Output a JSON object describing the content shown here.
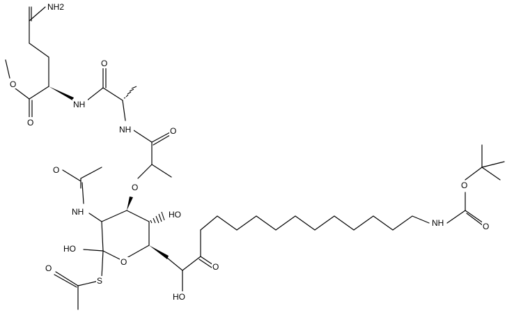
{
  "atom_labels": {
    "nh2": "NH2",
    "ester_o_methyl": "O",
    "ester_o_carbonyl": "O",
    "nh_gln": "NH",
    "amide_o_ala": "O",
    "nh_ala": "NH",
    "amide_o_lactyl": "O",
    "ether_o": "O",
    "nh_acetamide": "NH",
    "acetamide_o": "O",
    "oh_ring": "HO",
    "oh_anomeric": "HO",
    "ring_o": "O",
    "s": "S",
    "thioacetyl_o": "O",
    "ketone_o": "O",
    "oh_side": "HO",
    "boc_nh": "NH",
    "boc_carbonyl_o": "O",
    "boc_ester_o": "O"
  }
}
